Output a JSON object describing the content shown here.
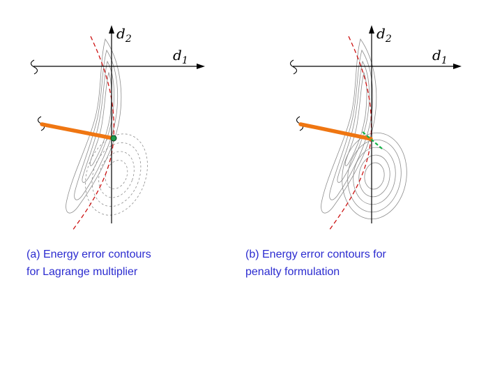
{
  "panels": [
    {
      "caption_line1": "(a) Energy error contours",
      "caption_line2": "for Lagrange multiplier",
      "x_label": "d",
      "x_label_sub": "1",
      "y_label": "d",
      "y_label_sub": "2"
    },
    {
      "caption_line1": "(b) Energy error contours for",
      "caption_line2": "penalty formulation",
      "x_label": "d",
      "x_label_sub": "1",
      "y_label": "d",
      "y_label_sub": "2"
    }
  ],
  "colors": {
    "caption_text": "#2b2bd0",
    "contour_gray": "#8c8c8c",
    "solution_path_red": "#cc1111",
    "iteration_path_orange": "#ef7612",
    "solution_marker_green": "#1d9a4a",
    "axis_black": "#000000"
  }
}
